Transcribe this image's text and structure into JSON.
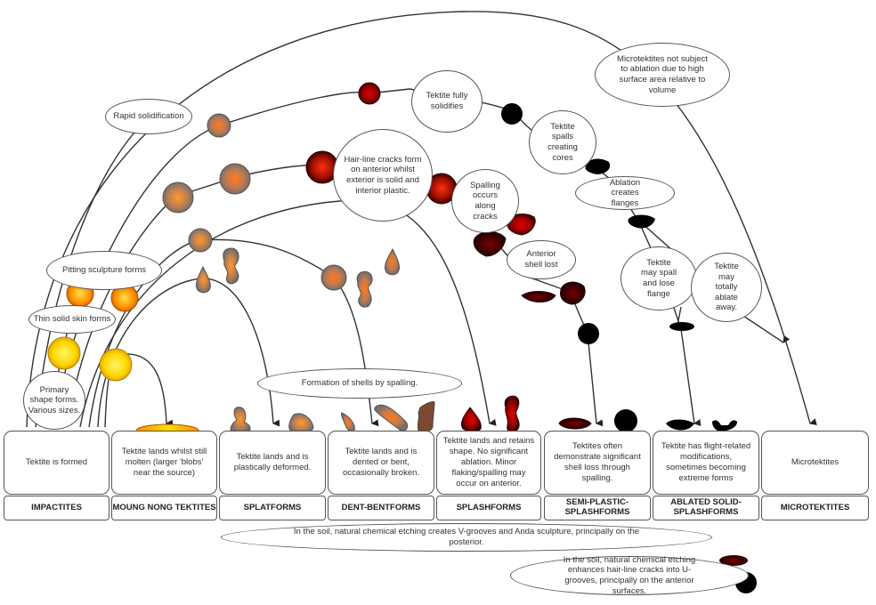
{
  "diagram": {
    "bubbles": {
      "rapid_solidification": "Rapid solidification",
      "pitting_sculpture": "Pitting sculpture forms",
      "thin_solid_skin": "Thin solid skin forms",
      "primary_shape": "Primary shape forms. Various sizes.",
      "tektite_fully_solidifies": "Tektite fully solidifies",
      "hairline_cracks": "Hair-line cracks form on anterior whilst exterior is solid and interior plastic.",
      "spalling_along_cracks": "Spalling occurs along cracks",
      "tektite_spalls_cores": "Tektite spalls creating cores",
      "ablation_flanges": "Ablation creates flanges",
      "anterior_shell_lost": "Anterior shell lost",
      "may_spall_lose_flange": "Tektite may spall and lose flange",
      "may_totally_ablate": "Tektite may totally ablate away.",
      "microtektites_not_ablated": "Microtektites not subject to ablation due to high surface area relative to volume",
      "formation_of_shells": "Formation of shells by spalling.",
      "soil_v_grooves": "In the soil, natural chemical etching creates V-grooves and Anda sculpture, principally on the posterior.",
      "soil_u_grooves": "In the soil, natural chemical etching enhances hair-line cracks into U-grooves, principally on the anterior surfaces."
    },
    "categories": [
      {
        "description": "Tektite is formed",
        "name": "IMPACTITES"
      },
      {
        "description": "Tektite lands whilst still molten (larger 'blobs' near the source)",
        "name": "MOUNG NONG TEKTITES"
      },
      {
        "description": "Tektite lands and is plastically deformed.",
        "name": "SPLATFORMS"
      },
      {
        "description": "Tektite lands and is dented or bent, occasionally broken.",
        "name": "DENT-BENTFORMS"
      },
      {
        "description": "Tektite lands and retains shape. No significant ablation. Minor flaking/spalling may occur on anterior.",
        "name": "SPLASHFORMS"
      },
      {
        "description": "Tektites often demonstrate significant shell loss through spalling.",
        "name": "SEMI-PLASTIC-SPLASHFORMS"
      },
      {
        "description": "Tektite has flight-related modifications, sometimes becoming extreme forms",
        "name": "ABLATED SOLID-SPLASHFORMS"
      },
      {
        "description": "Microtektites",
        "name": "MICROTEKTITES"
      }
    ],
    "colors": {
      "molten_yellow": "#ffd700",
      "hot_orange": "#ff8c00",
      "cooling_grey_orange": "#8a7a70",
      "solid_red": "#c00000",
      "dark_red": "#4a0000",
      "black": "#000000",
      "line": "#333333"
    }
  }
}
